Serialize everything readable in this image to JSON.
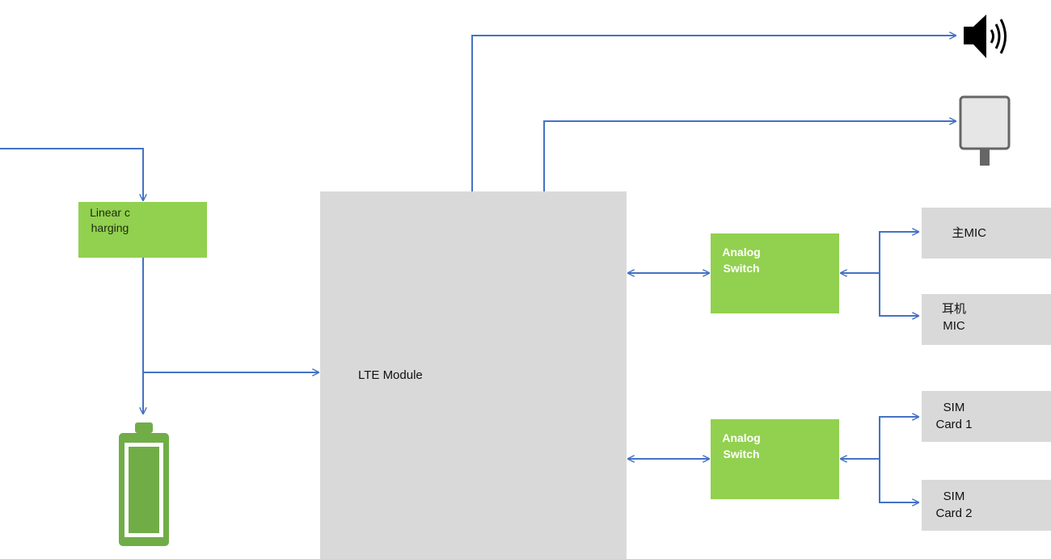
{
  "blocks": {
    "lte": "LTE Module",
    "charger": "Linear charging",
    "switch_audio": "Analog Switch",
    "switch_sim": "Analog Switch"
  },
  "peripherals": {
    "main_mic": "主MIC",
    "ear_mic_line1": "耳机",
    "ear_mic_line2": "MIC",
    "sim1_line1": "SIM",
    "sim1_line2": "Card 1",
    "sim2_line1": "SIM",
    "sim2_line2": "Card 2"
  },
  "icons": {
    "speaker": "speaker-icon",
    "display": "display-icon",
    "battery": "battery-icon"
  },
  "colors": {
    "wire": "#4472c4",
    "block_green": "#92d050",
    "block_gray": "#d9d9d9",
    "battery_green": "#70ad47"
  }
}
